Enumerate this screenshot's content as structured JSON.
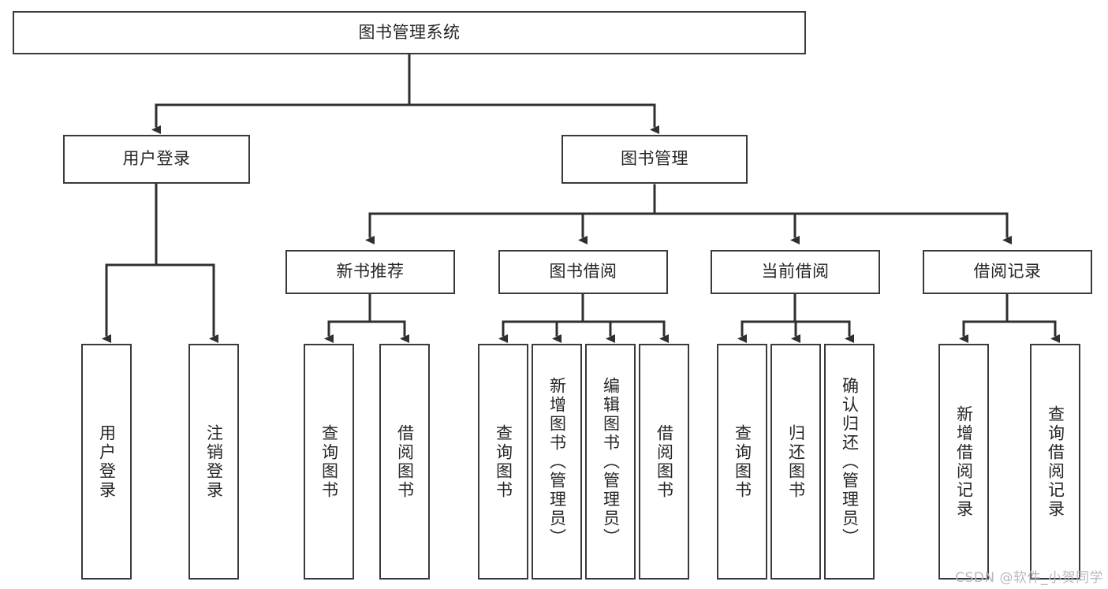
{
  "diagram": {
    "title": "图书管理系统",
    "type": "tree",
    "watermark": "CSDN @软件_小贺同学",
    "colors": {
      "box_stroke": "#3a3a3a",
      "box_fill": "#ffffff",
      "connector": "#2f2f2f",
      "text": "#262626",
      "watermark": "#b8b8b8"
    },
    "nodes": {
      "root": "图书管理系统",
      "level2": {
        "user_login": "用户登录",
        "book_manage": "图书管理"
      },
      "level3": {
        "new_book_recommend": "新书推荐",
        "book_borrow": "图书借阅",
        "current_borrow": "当前借阅",
        "borrow_record": "借阅记录"
      },
      "leaves": {
        "user_login": [
          "用户登录",
          "注销登录"
        ],
        "new_book_recommend": [
          "查询图书",
          "借阅图书"
        ],
        "book_borrow": [
          "查询图书",
          "新增图书（管理员）",
          "编辑图书（管理员）",
          "借阅图书"
        ],
        "current_borrow": [
          "查询图书",
          "归还图书",
          "确认归还（管理员）"
        ],
        "borrow_record": [
          "新增借阅记录",
          "查询借阅记录"
        ]
      }
    },
    "edges": [
      {
        "from": "图书管理系统",
        "to": "用户登录"
      },
      {
        "from": "图书管理系统",
        "to": "图书管理"
      },
      {
        "from": "图书管理",
        "to": "新书推荐"
      },
      {
        "from": "图书管理",
        "to": "图书借阅"
      },
      {
        "from": "图书管理",
        "to": "当前借阅"
      },
      {
        "from": "图书管理",
        "to": "借阅记录"
      },
      {
        "from": "用户登录",
        "to": "用户登录"
      },
      {
        "from": "用户登录",
        "to": "注销登录"
      },
      {
        "from": "新书推荐",
        "to": "查询图书"
      },
      {
        "from": "新书推荐",
        "to": "借阅图书"
      },
      {
        "from": "图书借阅",
        "to": "查询图书"
      },
      {
        "from": "图书借阅",
        "to": "新增图书（管理员）"
      },
      {
        "from": "图书借阅",
        "to": "编辑图书（管理员）"
      },
      {
        "from": "图书借阅",
        "to": "借阅图书"
      },
      {
        "from": "当前借阅",
        "to": "查询图书"
      },
      {
        "from": "当前借阅",
        "to": "归还图书"
      },
      {
        "from": "当前借阅",
        "to": "确认归还（管理员）"
      },
      {
        "from": "借阅记录",
        "to": "新增借阅记录"
      },
      {
        "from": "借阅记录",
        "to": "查询借阅记录"
      }
    ]
  }
}
